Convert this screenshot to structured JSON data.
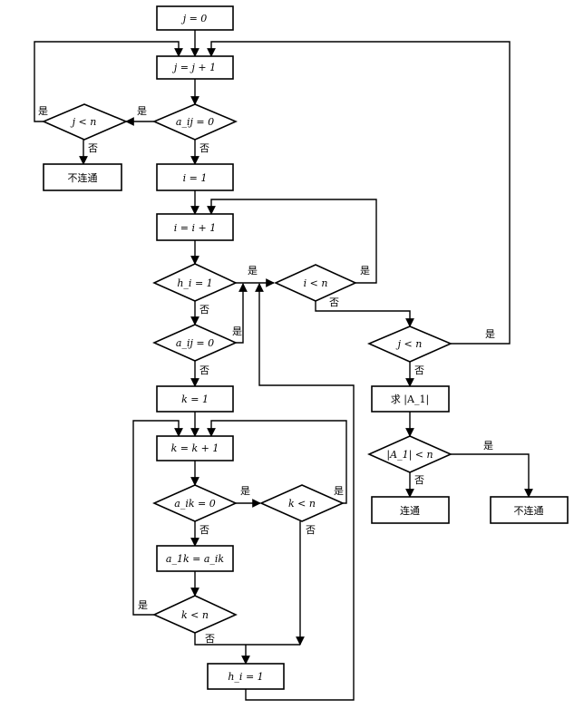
{
  "nodes": {
    "j0": "j = 0",
    "jinc": "j = j + 1",
    "aij0_top": "a_ij = 0",
    "jlt_left": "j < n",
    "notconn_left": "不连通",
    "i1": "i = 1",
    "iinc": "i = i + 1",
    "hi1": "h_i = 1",
    "ilt": "i < n",
    "aij0": "a_ij = 0",
    "jlt_right": "j < n",
    "k1": "k = 1",
    "qiuA1": "求 |A_1|",
    "kinc": "k = k + 1",
    "aik0": "a_ik = 0",
    "klt_right": "k < n",
    "A1lt": "|A_1| < n",
    "aik_assign": "a_1k = a_ik",
    "klt_bottom": "k < n",
    "connected": "连通",
    "notconn_right": "不连通",
    "hi_assign": "h_i = 1"
  },
  "labels": {
    "yes": "是",
    "no": "否"
  }
}
